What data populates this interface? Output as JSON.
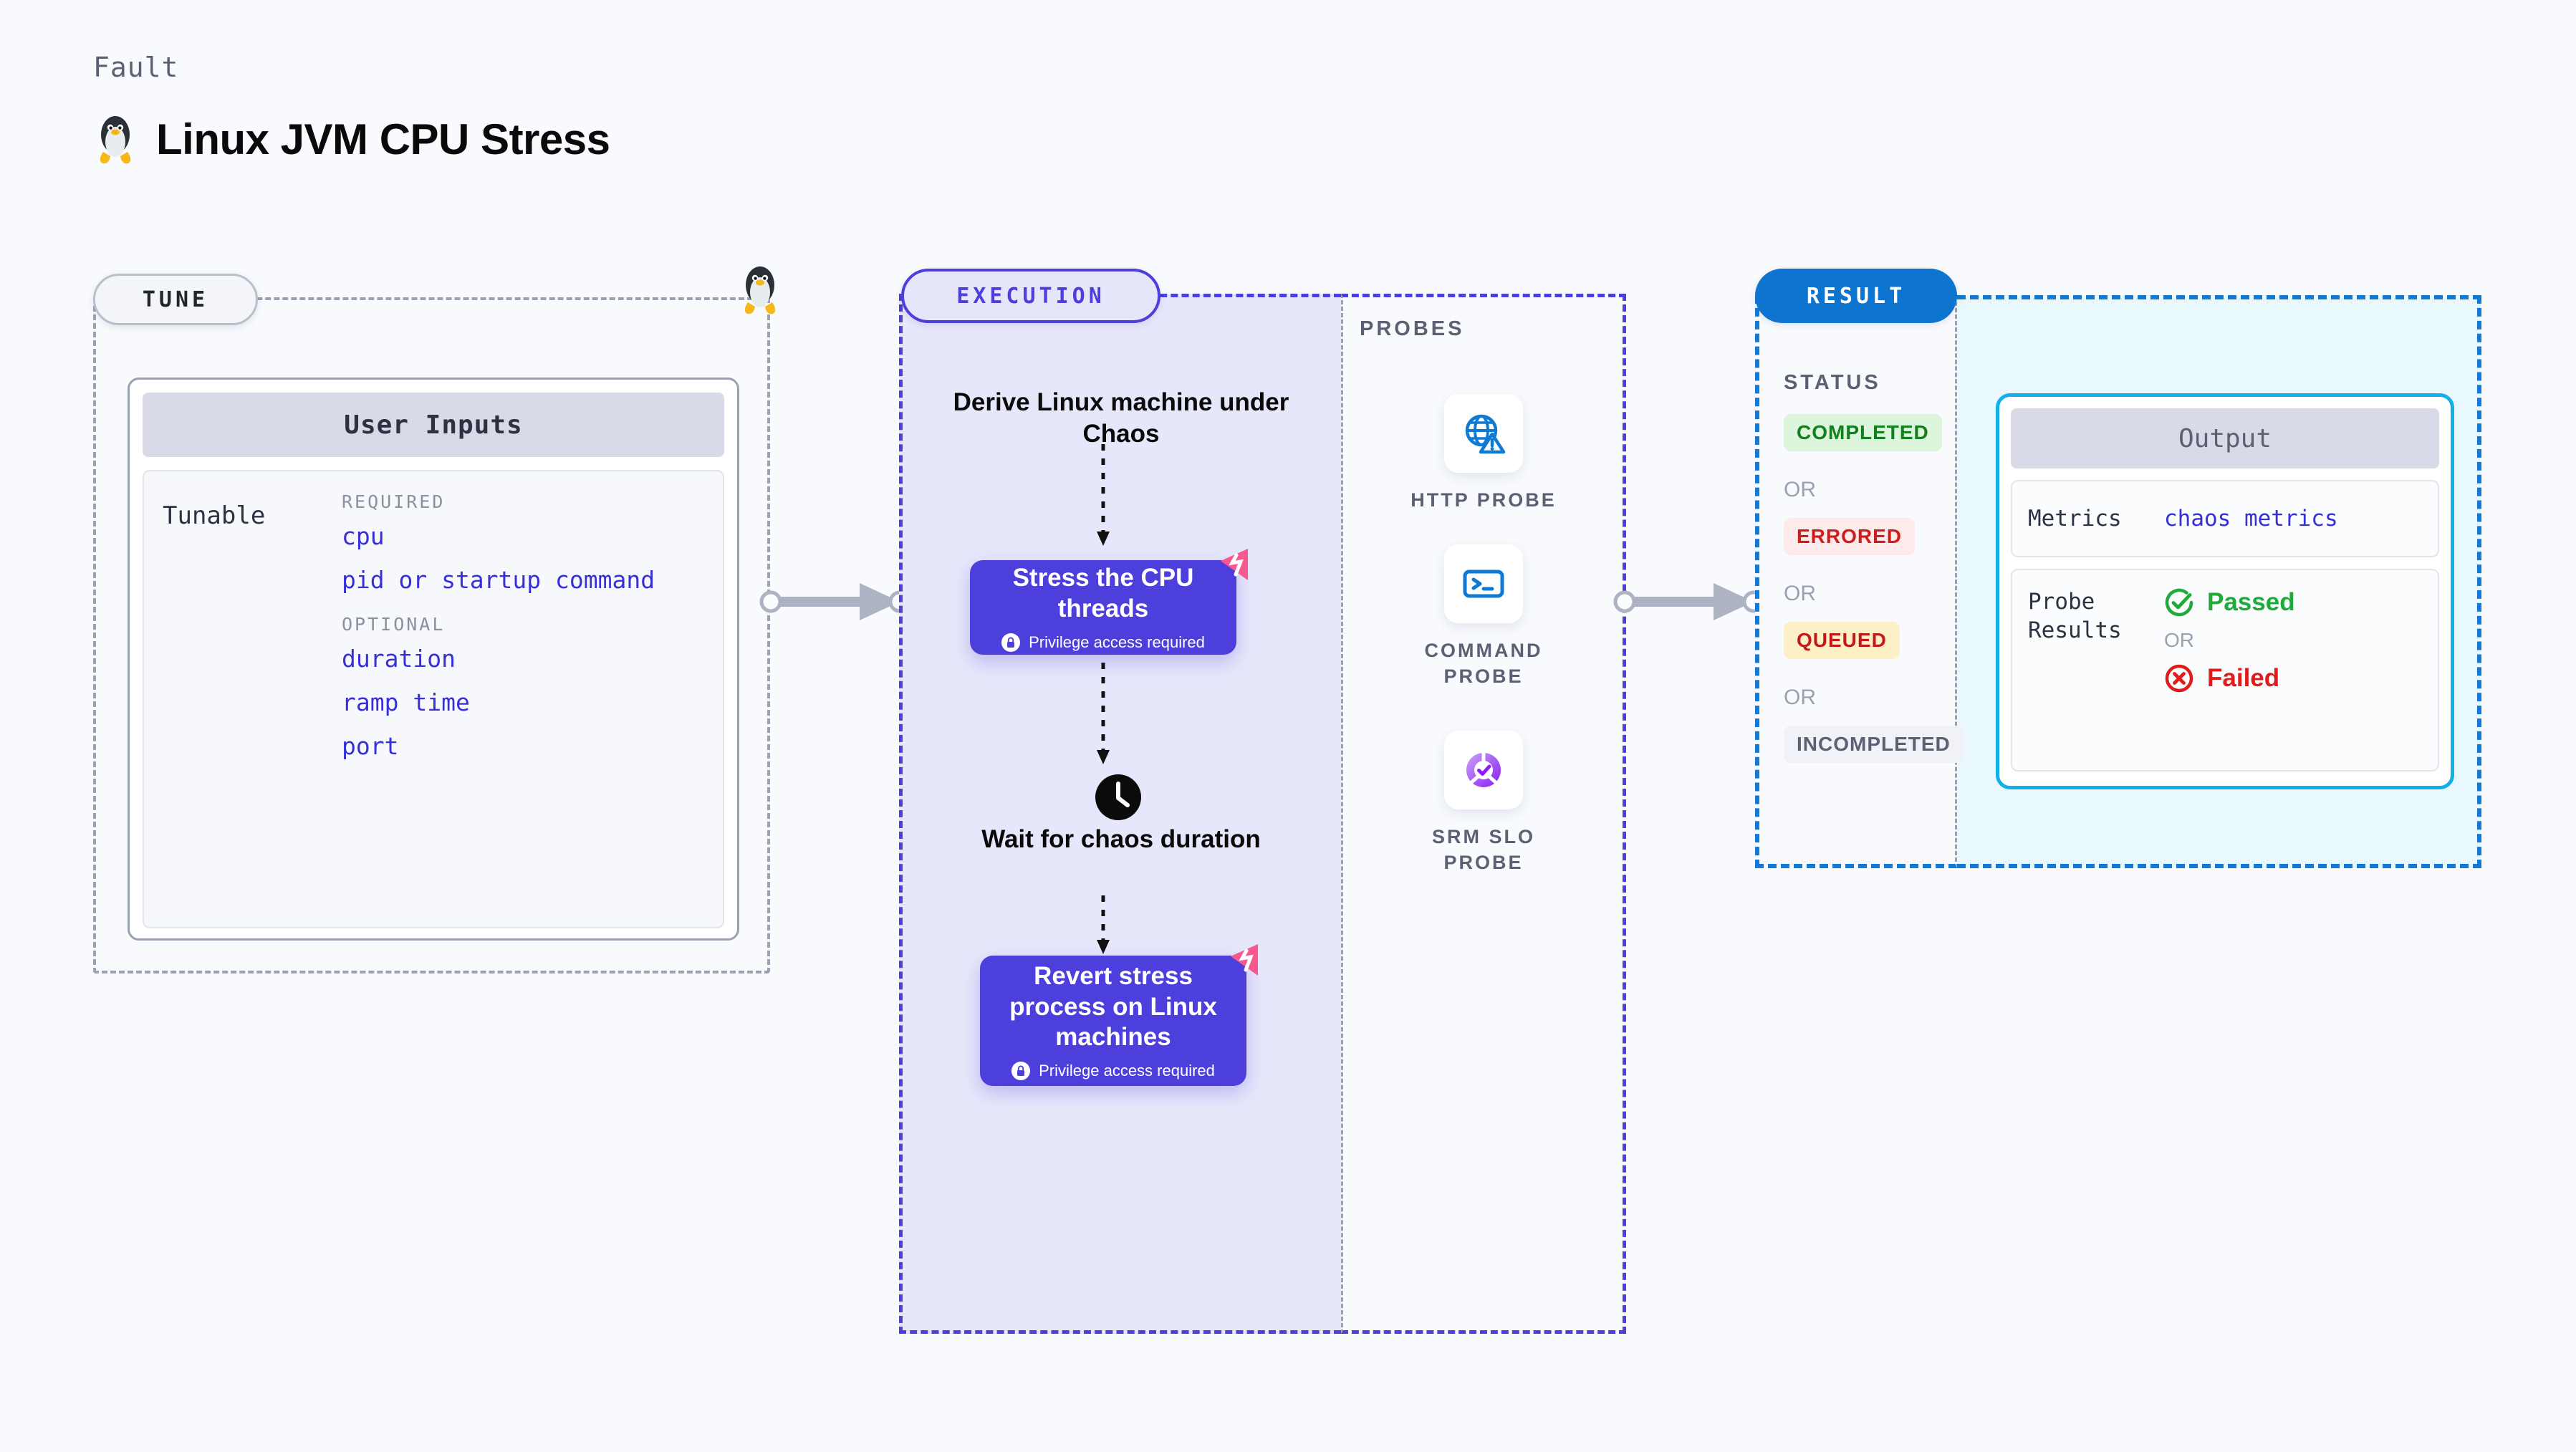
{
  "header": {
    "kicker": "Fault",
    "title": "Linux JVM CPU Stress",
    "logo_icon": "linux-penguin-icon"
  },
  "tune": {
    "badge": "TUNE",
    "penguin_icon": "linux-penguin-icon",
    "card_title": "User Inputs",
    "row_label": "Tunable",
    "required_label": "REQUIRED",
    "optional_label": "OPTIONAL",
    "required_params": [
      "cpu",
      "pid or startup command"
    ],
    "optional_params": [
      "duration",
      "ramp time",
      "port"
    ]
  },
  "execution": {
    "badge": "EXECUTION",
    "steps": [
      {
        "type": "text",
        "label": "Derive Linux machine under Chaos"
      },
      {
        "type": "card",
        "label": "Stress the CPU threads",
        "privilege": "Privilege access required",
        "privilege_icon": "lock-icon",
        "chaos_icon": "chaos-badge-icon"
      },
      {
        "type": "clock",
        "label": "Wait for chaos duration",
        "icon": "clock-icon"
      },
      {
        "type": "card",
        "label": "Revert stress process on Linux machines",
        "privilege": "Privilege access required",
        "privilege_icon": "lock-icon",
        "chaos_icon": "chaos-badge-icon"
      }
    ]
  },
  "probes": {
    "caption": "PROBES",
    "items": [
      {
        "name": "HTTP PROBE",
        "icon": "globe-warning-icon"
      },
      {
        "name": "COMMAND PROBE",
        "icon": "terminal-icon"
      },
      {
        "name": "SRM SLO PROBE",
        "icon": "slo-check-icon"
      }
    ]
  },
  "result": {
    "badge": "RESULT",
    "status_caption": "STATUS",
    "or_label": "OR",
    "statuses": [
      {
        "label": "COMPLETED",
        "bg": "#dcf5dc",
        "fg": "#12801f"
      },
      {
        "label": "ERRORED",
        "bg": "#fdeaea",
        "fg": "#cf1c1c"
      },
      {
        "label": "QUEUED",
        "bg": "#fdf0c6",
        "fg": "#c21a1a"
      },
      {
        "label": "INCOMPLETED",
        "bg": "#f1f2f7",
        "fg": "#5b6173"
      }
    ],
    "output": {
      "title": "Output",
      "metrics_key": "Metrics",
      "metrics_value": "chaos metrics",
      "probe_key": "Probe Results",
      "passed_label": "Passed",
      "passed_icon": "check-circle-icon",
      "or_label": "OR",
      "failed_label": "Failed",
      "failed_icon": "x-circle-icon"
    }
  },
  "colors": {
    "page_bg": "#f8fafd",
    "execution_purple": "#4d3fdb",
    "execution_bg": "#e7e7fb",
    "result_blue": "#0d74cf",
    "output_cyan": "#12afe8",
    "output_bg": "#e9f8fd",
    "chaos_pink": "#f9588f",
    "param_blue": "#3630d8",
    "muted_gray": "#9aa2b1"
  }
}
